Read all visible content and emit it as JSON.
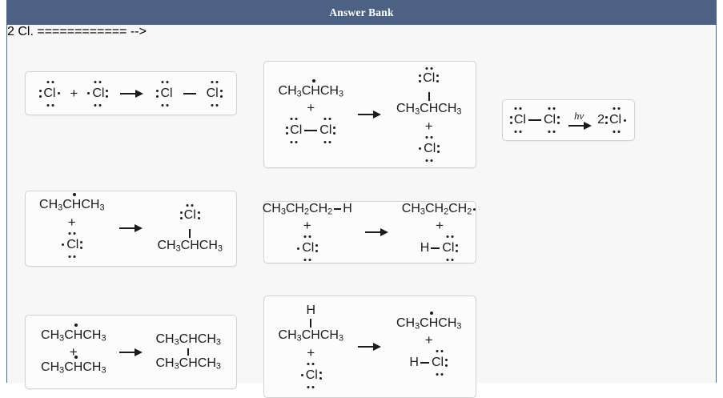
{
  "panel": {
    "title": "Answer Bank",
    "header_color": "#4c6183",
    "body_color": "#f7f7f8",
    "tile_background": "#fcfcfc",
    "tile_border_color": "#d2d2d2",
    "text_color": "#1b1b1b"
  },
  "symbols": {
    "plus": "+",
    "arrow": "→",
    "chlorine": "Cl",
    "hydrogen": "H",
    "photon_label": "hν",
    "coefficient_two": "2"
  },
  "tiles": [
    {
      "id": "tile-cl-radical-combination",
      "description": "Chlorine radical plus chlorine radical gives chlorine molecule",
      "reactant_1": "·Cl·",
      "reactant_2": "·Cl·",
      "product": "Cl—Cl",
      "text": ":Cl· + ·Cl: → :Cl—Cl:"
    },
    {
      "id": "tile-propagation-isopropyl-plus-cl2",
      "description": "Isopropyl radical plus chlorine gives 2-chloropropane plus chlorine radical",
      "reactant_1": "CH3CHCH3",
      "reactant_2": "Cl—Cl",
      "product_1_top": "Cl",
      "product_1_chain": "CH3CHCH3",
      "product_2": "·Cl",
      "text": "CH3ĈHCH3 + :Cl—Cl: → Cl–CH3CHCH3 + ·Cl:"
    },
    {
      "id": "tile-initiation-cl2-photolysis",
      "description": "Chlorine molecule under light gives two chlorine radicals",
      "reactant": "Cl—Cl",
      "condition": "hν",
      "product": "2 ·Cl",
      "text": ":Cl—Cl: —hν→ 2:Cl·"
    },
    {
      "id": "tile-termination-isopropyl-plus-cl",
      "description": "Isopropyl radical plus chlorine radical gives 2-chloropropane",
      "reactant_1": "CH3CHCH3",
      "reactant_2": "·Cl",
      "product_top": "Cl",
      "product_chain": "CH3CHCH3",
      "text": "CH3ĈHCH3 + ·Cl: → Cl–CH3CHCH3"
    },
    {
      "id": "tile-propagation-primary-h-abstraction",
      "description": "Propane primary hydrogen abstraction by chlorine radical",
      "reactant_1": "CH3CH2CH2—H",
      "reactant_2": "·Cl",
      "product_1": "CH3CH2CH2·",
      "product_2": "H—Cl",
      "text": "CH3CH2CH2—H + ·Cl: → CH3CH2CH2· + H—Cl:"
    },
    {
      "id": "tile-termination-two-isopropyl-radicals",
      "description": "Two isopropyl radicals combine to give 2,3-dimethylbutane",
      "reactant_1": "CH3CHCH3",
      "reactant_2": "CH3CHCH3",
      "product_top": "CH3CHCH3",
      "product_bottom": "CH3CHCH3",
      "text": "CH3ĈHCH3 + CH3ĈHCH3 → CH3CHCH3–CH3CHCH3"
    },
    {
      "id": "tile-propagation-secondary-h-abstraction",
      "description": "Propane secondary hydrogen abstraction by chlorine radical",
      "reactant_1_top": "H",
      "reactant_1_chain": "CH3CHCH3",
      "reactant_2": "·Cl",
      "product_1": "CH3CHCH3",
      "product_2": "H—Cl",
      "text": "H–CH3CHCH3 + ·Cl: → CH3ĈHCH3 + H—Cl:"
    }
  ],
  "formulas": {
    "ch3": {
      "pre": "CH",
      "sub": "3"
    },
    "ch2": {
      "pre": "CH",
      "sub": "2"
    },
    "ch": "CH",
    "c": "C"
  }
}
